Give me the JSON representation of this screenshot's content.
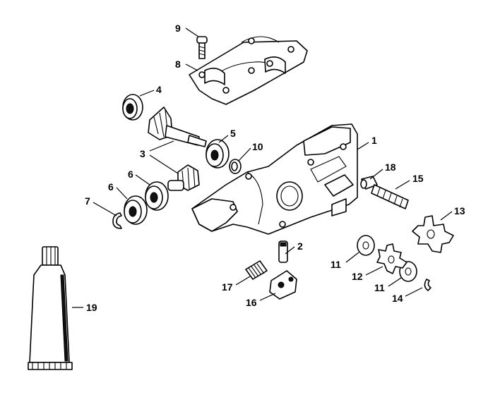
{
  "callouts": {
    "c1": "1",
    "c2": "2",
    "c3": "3",
    "c4": "4",
    "c5": "5",
    "c6a": "6",
    "c6b": "6",
    "c7": "7",
    "c8": "8",
    "c9": "9",
    "c10": "10",
    "c11a": "11",
    "c11b": "11",
    "c12": "12",
    "c13": "13",
    "c14": "14",
    "c15": "15",
    "c16": "16",
    "c17": "17",
    "c18": "18",
    "c19": "19"
  }
}
